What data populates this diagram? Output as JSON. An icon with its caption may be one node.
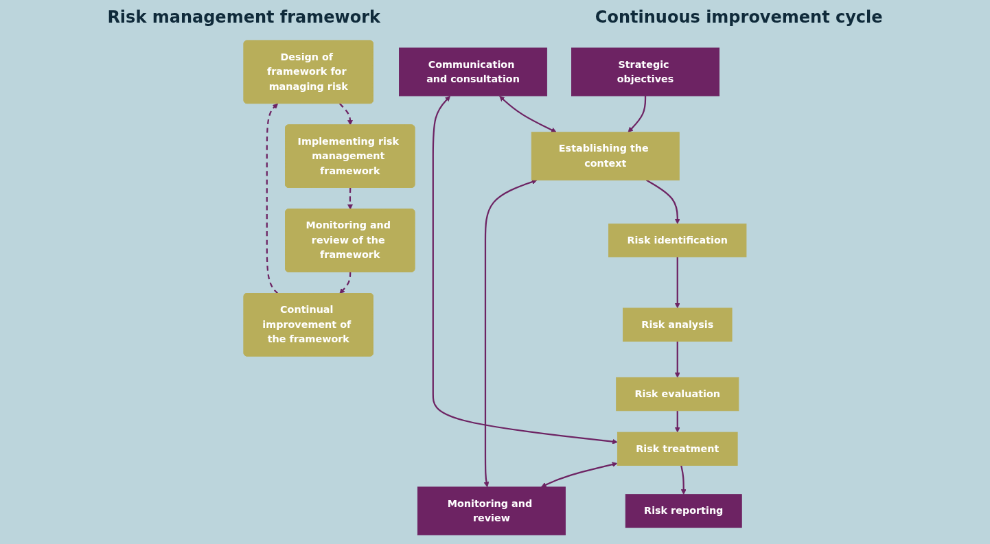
{
  "diagram": {
    "nodes": [
      {
        "text": [
          "Strategic objectives"
        ]
      },
      {
        "text": [
          "Establishing the context"
        ]
      },
      {
        "text": [
          "Risk identification"
        ]
      },
      {
        "text": [
          "Risk analysis"
        ]
      },
      {
        "text": [
          "Risk evaluation"
        ]
      },
      {
        "text": [
          "Risk treatment"
        ]
      },
      {
        "text": [
          "Risk reporting"
        ]
      },
      {
        "text": [
          "Communication and consultation"
        ]
      },
      {
        "text": [
          "Monitoring and review"
        ]
      },
      {
        "text": [
          "Design of framework for managing risk"
        ]
      },
      {
        "text": [
          "Implementing risk management framework"
        ]
      },
      {
        "text": [
          "Monitoring and review of the framework"
        ]
      },
      {
        "text": [
          "Continual improvement of the framework"
        ]
      }
    ],
    "edges": [
      {
        "from": 0,
        "to": 1,
        "arrow": "to"
      },
      {
        "from": 1,
        "to": 2,
        "arrow": "to"
      },
      {
        "from": 2,
        "to": 3,
        "arrow": "to"
      },
      {
        "from": 3,
        "to": 4,
        "arrow": "to"
      },
      {
        "from": 4,
        "to": 5,
        "arrow": "to"
      },
      {
        "from": 5,
        "to": 6,
        "arrow": "to"
      },
      {
        "from": 7,
        "to": 1,
        "arrow": "both"
      },
      {
        "from": 7,
        "to": 5,
        "arrow": "both"
      },
      {
        "from": 1,
        "to": 8,
        "arrow": "both"
      },
      {
        "from": 5,
        "to": 8,
        "arrow": "both"
      },
      {
        "from": 9,
        "to": 10,
        "arrow": "to",
        "style": "dashed"
      },
      {
        "from": 10,
        "to": 11,
        "arrow": "to",
        "style": "dashed"
      },
      {
        "from": 11,
        "to": 12,
        "arrow": "to",
        "style": "dashed"
      },
      {
        "from": 12,
        "to": 9,
        "arrow": "to",
        "style": "dashed"
      }
    ],
    "labels": [
      "Risk management framework",
      "Continuous improvement cycle"
    ]
  }
}
